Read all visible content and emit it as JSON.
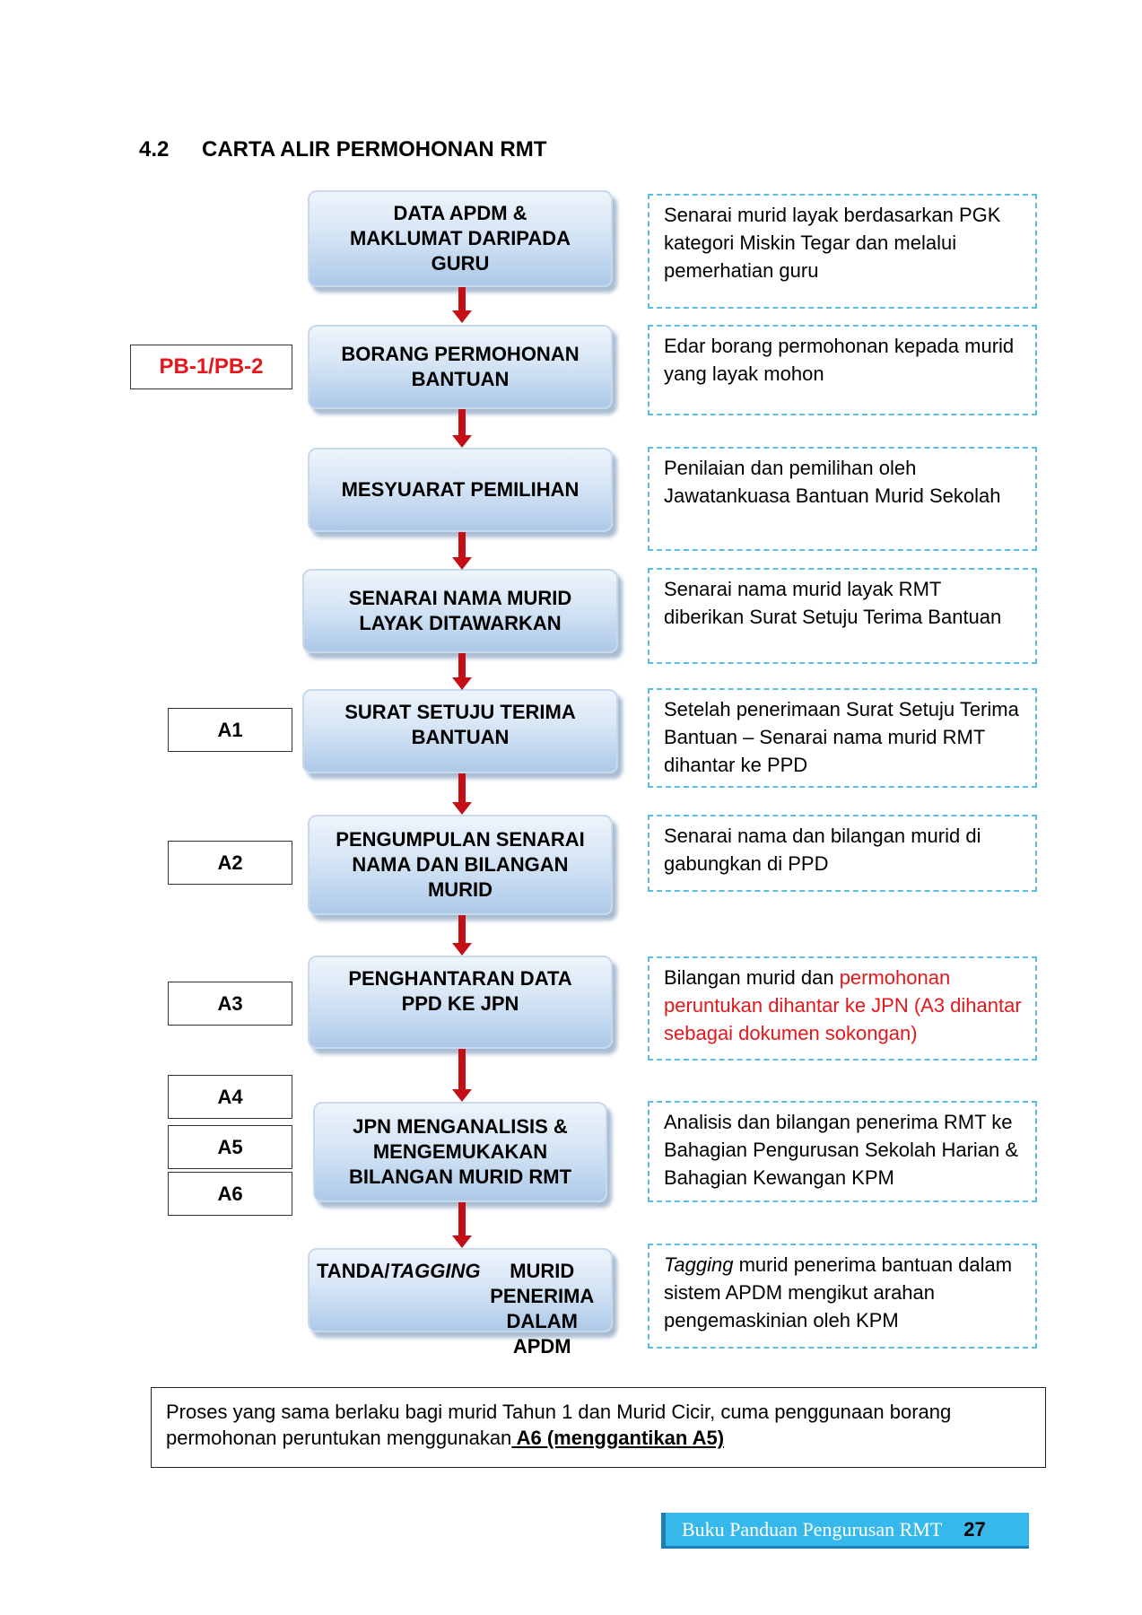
{
  "section": {
    "number": "4.2",
    "title": "CARTA ALIR PERMOHONAN RMT"
  },
  "steps": [
    {
      "label": "DATA APDM &\nMAKLUMAT DARIPADA\nGURU"
    },
    {
      "label": "BORANG PERMOHONAN\nBANTUAN"
    },
    {
      "label": "MESYUARAT PEMILIHAN"
    },
    {
      "label": "SENARAI NAMA MURID\nLAYAK DITAWARKAN"
    },
    {
      "label": "SURAT SETUJU TERIMA\nBANTUAN"
    },
    {
      "label": "PENGUMPULAN SENARAI\nNAMA DAN BILANGAN\nMURID"
    },
    {
      "label": "PENGHANTARAN DATA\nPPD KE JPN"
    },
    {
      "label": "JPN MENGANALISIS &\nMENGEMUKAKAN\nBILANGAN MURID RMT"
    },
    {
      "label_pre": "TANDA/ ",
      "label_italic": "TAGGING",
      "label_post": " MURID\nPENERIMA DALAM APDM"
    }
  ],
  "descriptions": [
    {
      "text": "Senarai murid layak  berdasarkan PGK kategori Miskin Tegar dan melalui pemerhatian guru"
    },
    {
      "text": "Edar borang permohonan kepada murid yang layak mohon"
    },
    {
      "text": "Penilaian dan pemilihan oleh Jawatankuasa  Bantuan Murid Sekolah"
    },
    {
      "text": "Senarai nama murid layak RMT diberikan Surat Setuju Terima Bantuan"
    },
    {
      "text": "Setelah penerimaan Surat Setuju Terima Bantuan – Senarai nama murid RMT dihantar ke PPD"
    },
    {
      "text": "Senarai nama dan bilangan murid  di gabungkan di PPD"
    },
    {
      "text_black": "Bilangan murid  dan ",
      "text_red": "permohonan peruntukan dihantar ke JPN (A3 dihantar sebagai dokumen sokongan)"
    },
    {
      "text": "Analisis dan bilangan penerima RMT ke Bahagian Pengurusan Sekolah Harian & Bahagian Kewangan KPM"
    },
    {
      "text_italic": "Tagging",
      "text_rest": " murid penerima bantuan dalam sistem APDM mengikut arahan pengemaskinian oleh KPM"
    }
  ],
  "form_labels": [
    "PB-1/PB-2",
    "A1",
    "A2",
    "A3",
    "A4",
    "A5",
    "A6"
  ],
  "note": {
    "text": "Proses yang sama berlaku bagi murid Tahun 1 dan Murid Cicir, cuma penggunaan borang permohonan peruntukan menggunakan",
    "emphasis": " A6 (menggantikan  A5)"
  },
  "footer": {
    "title": "Buku Panduan Pengurusan RMT",
    "page": "27"
  },
  "colors": {
    "arrow": "#c40f16",
    "dashed_border": "#5bbde2",
    "red_text": "#e3181d",
    "footer_bg": "#36b8ea"
  }
}
